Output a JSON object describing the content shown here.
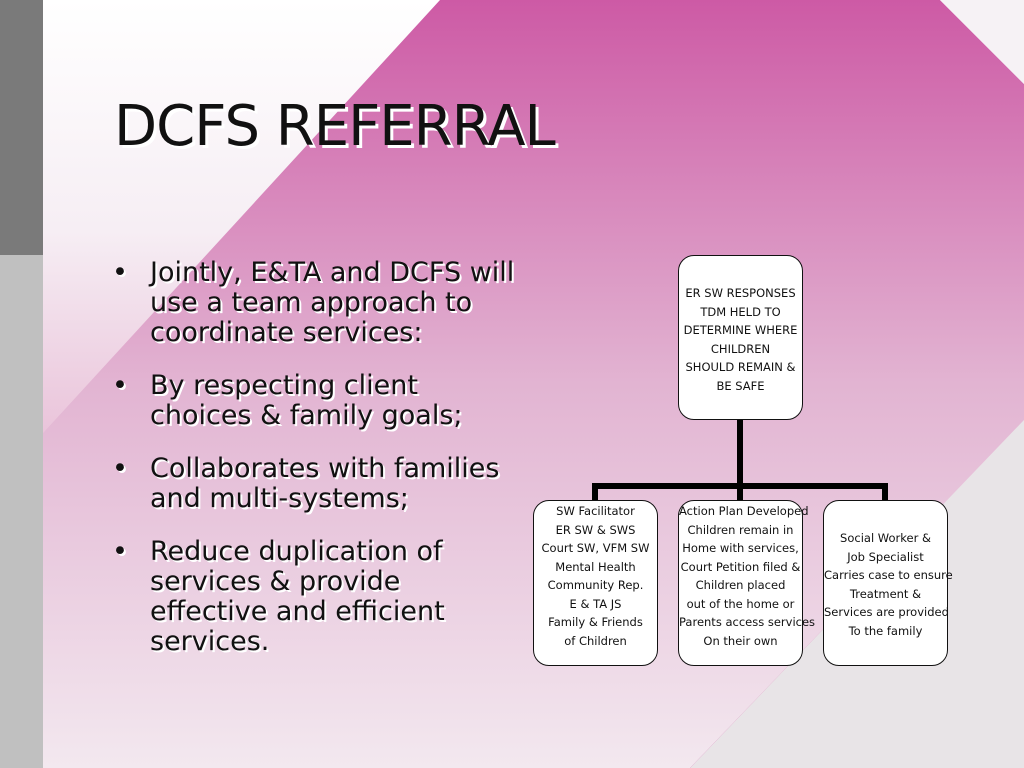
{
  "slide": {
    "title": "DCFS REFERRAL",
    "bullet_glyph": "•",
    "bullets": [
      "Jointly, E&TA and DCFS will use a team approach to coordinate services:",
      "By respecting client choices & family goals;",
      "Collaborates with families and multi-systems;",
      "Reduce duplication of services & provide effective and efficient services."
    ]
  },
  "org_chart": {
    "root": {
      "lines": [
        "ER SW RESPONSES",
        "TDM HELD TO",
        "DETERMINE WHERE",
        "CHILDREN",
        "SHOULD REMAIN &",
        "BE SAFE"
      ]
    },
    "children": [
      {
        "lines": [
          "SW Facilitator",
          "ER SW & SWS",
          "Court SW, VFM SW",
          "Mental Health",
          "Community Rep.",
          "E & TA JS",
          "Family & Friends",
          "of Children"
        ]
      },
      {
        "lines": [
          "Action Plan Developed",
          "Children remain in",
          "Home with services,",
          "Court Petition filed  &",
          "Children placed",
          "out of the home or",
          "Parents access services",
          "On their own"
        ]
      },
      {
        "lines": [
          "Social Worker &",
          "Job Specialist",
          "Carries case to ensure",
          "Treatment &",
          "Services are provided",
          "To the family"
        ]
      }
    ]
  },
  "colors": {
    "accent_magenta": "#c4168c",
    "sidebar_dark": "#7a7a7a",
    "sidebar_light": "#c0c0c0"
  }
}
